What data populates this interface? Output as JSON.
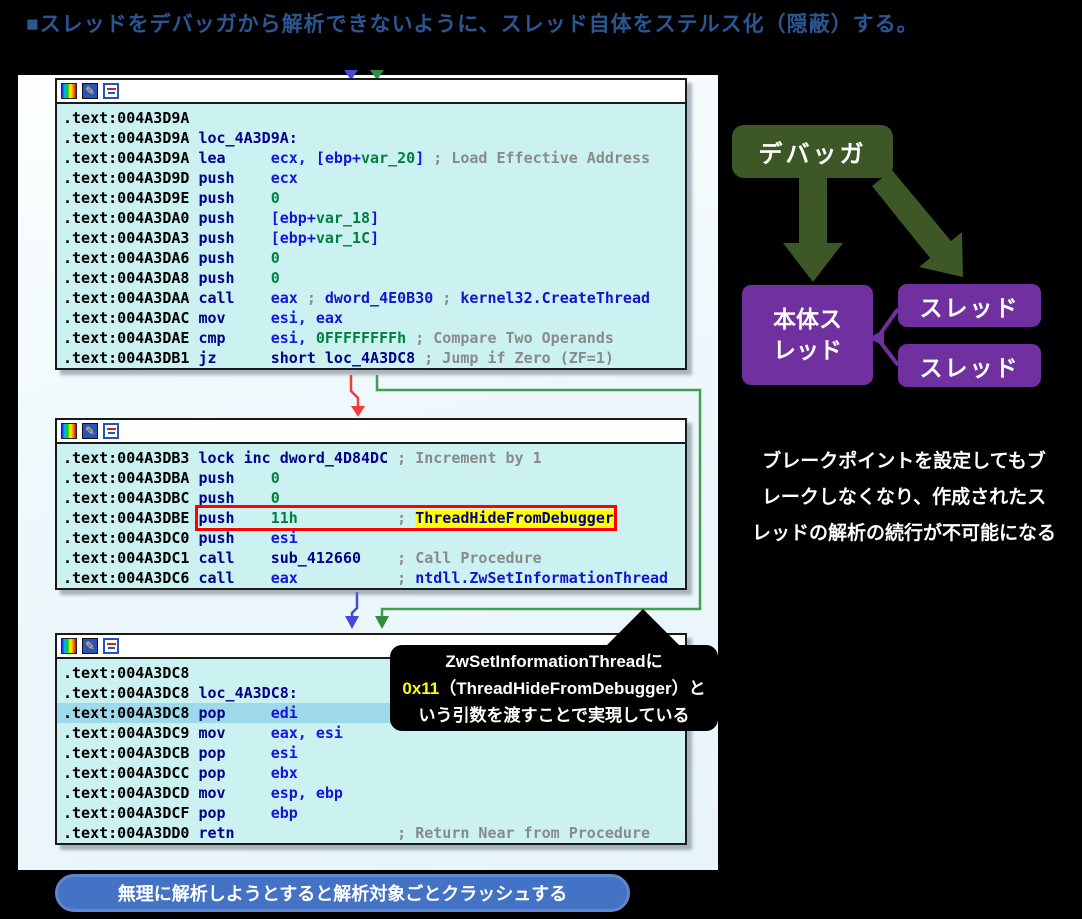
{
  "page": {
    "title": "■スレッドをデバッガから解析できないように、スレッド自体をステルス化（隠蔽）する。"
  },
  "colors": {
    "page_background": "#000000",
    "title_blue": "#2A5694",
    "code_background": "#CBF1F1",
    "selected_row": "#9ED9EB",
    "highlight_yellow": "#FFFF00",
    "red_box_border": "#FF0000",
    "debugger_green": "#3D5826",
    "thread_purple": "#7030A0",
    "pill_blue": "#4472C4",
    "edge_red": "#F23B3B",
    "edge_green": "#3FA050",
    "edge_blue": "#4747DD"
  },
  "toolbar_icons": [
    "palette-icon",
    "edit-pencil-icon",
    "graph-view-icon"
  ],
  "code_blocks": [
    {
      "name": "create-thread-block",
      "lines": [
        {
          "segs": [
            [
              "a",
              ".text:004A3D9A"
            ]
          ]
        },
        {
          "segs": [
            [
              "a",
              ".text:004A3D9A "
            ],
            [
              "m",
              "loc_4A3D9A:"
            ]
          ]
        },
        {
          "segs": [
            [
              "a",
              ".text:004A3D9A "
            ],
            [
              "m",
              "lea     "
            ],
            [
              "r",
              "ecx, [ebp+"
            ],
            [
              "g",
              "var_20"
            ],
            [
              "r",
              "]"
            ],
            [
              "p",
              " "
            ],
            [
              "c",
              "; Load Effective Address"
            ]
          ]
        },
        {
          "segs": [
            [
              "a",
              ".text:004A3D9D "
            ],
            [
              "m",
              "push    "
            ],
            [
              "r",
              "ecx"
            ]
          ]
        },
        {
          "segs": [
            [
              "a",
              ".text:004A3D9E "
            ],
            [
              "m",
              "push    "
            ],
            [
              "g",
              "0"
            ]
          ]
        },
        {
          "segs": [
            [
              "a",
              ".text:004A3DA0 "
            ],
            [
              "m",
              "push    "
            ],
            [
              "r",
              "[ebp+"
            ],
            [
              "g",
              "var_18"
            ],
            [
              "r",
              "]"
            ]
          ]
        },
        {
          "segs": [
            [
              "a",
              ".text:004A3DA3 "
            ],
            [
              "m",
              "push    "
            ],
            [
              "r",
              "[ebp+"
            ],
            [
              "g",
              "var_1C"
            ],
            [
              "r",
              "]"
            ]
          ]
        },
        {
          "segs": [
            [
              "a",
              ".text:004A3DA6 "
            ],
            [
              "m",
              "push    "
            ],
            [
              "g",
              "0"
            ]
          ]
        },
        {
          "segs": [
            [
              "a",
              ".text:004A3DA8 "
            ],
            [
              "m",
              "push    "
            ],
            [
              "g",
              "0"
            ]
          ]
        },
        {
          "segs": [
            [
              "a",
              ".text:004A3DAA "
            ],
            [
              "m",
              "call    "
            ],
            [
              "r",
              "eax"
            ],
            [
              "p",
              " "
            ],
            [
              "c",
              "; "
            ],
            [
              "b",
              "dword_4E0B30"
            ],
            [
              "c",
              " ; "
            ],
            [
              "b",
              "kernel32.CreateThread"
            ]
          ]
        },
        {
          "segs": [
            [
              "a",
              ".text:004A3DAC "
            ],
            [
              "m",
              "mov     "
            ],
            [
              "r",
              "esi, eax"
            ]
          ]
        },
        {
          "segs": [
            [
              "a",
              ".text:004A3DAE "
            ],
            [
              "m",
              "cmp     "
            ],
            [
              "r",
              "esi, "
            ],
            [
              "g",
              "0FFFFFFFFh"
            ],
            [
              "p",
              " "
            ],
            [
              "c",
              "; Compare Two Operands"
            ]
          ]
        },
        {
          "segs": [
            [
              "a",
              ".text:004A3DB1 "
            ],
            [
              "m",
              "jz      "
            ],
            [
              "m",
              "short "
            ],
            [
              "m",
              "loc_4A3DC8"
            ],
            [
              "p",
              " "
            ],
            [
              "c",
              "; Jump if Zero (ZF=1)"
            ]
          ]
        }
      ]
    },
    {
      "name": "hide-from-debugger-block",
      "lines": [
        {
          "segs": [
            [
              "a",
              ".text:004A3DB3 "
            ],
            [
              "m",
              "lock inc dword_4D84DC "
            ],
            [
              "c",
              "; Increment by 1"
            ]
          ]
        },
        {
          "segs": [
            [
              "a",
              ".text:004A3DBA "
            ],
            [
              "m",
              "push    "
            ],
            [
              "g",
              "0"
            ]
          ]
        },
        {
          "segs": [
            [
              "a",
              ".text:004A3DBC "
            ],
            [
              "m",
              "push    "
            ],
            [
              "g",
              "0"
            ]
          ]
        },
        {
          "box": true,
          "segs": [
            [
              "a",
              ".text:004A3DBE "
            ],
            [
              "m",
              "push    "
            ],
            [
              "g",
              "11h"
            ],
            [
              "p",
              "           "
            ],
            [
              "c",
              "; "
            ],
            [
              "y",
              "ThreadHideFromDebugger"
            ]
          ]
        },
        {
          "segs": [
            [
              "a",
              ".text:004A3DC0 "
            ],
            [
              "m",
              "push    "
            ],
            [
              "r",
              "esi"
            ]
          ]
        },
        {
          "segs": [
            [
              "a",
              ".text:004A3DC1 "
            ],
            [
              "m",
              "call    "
            ],
            [
              "m",
              "sub_412660"
            ],
            [
              "p",
              "    "
            ],
            [
              "c",
              "; Call Procedure"
            ]
          ]
        },
        {
          "segs": [
            [
              "a",
              ".text:004A3DC6 "
            ],
            [
              "m",
              "call    "
            ],
            [
              "r",
              "eax"
            ],
            [
              "p",
              "           "
            ],
            [
              "c",
              "; "
            ],
            [
              "b",
              "ntdll.ZwSetInformationThread"
            ]
          ]
        }
      ]
    },
    {
      "name": "epilogue-block",
      "lines": [
        {
          "segs": [
            [
              "a",
              ".text:004A3DC8"
            ]
          ]
        },
        {
          "segs": [
            [
              "a",
              ".text:004A3DC8 "
            ],
            [
              "m",
              "loc_4A3DC8:"
            ]
          ]
        },
        {
          "hl": true,
          "segs": [
            [
              "a",
              ".text:004A3DC8 "
            ],
            [
              "m",
              "pop     "
            ],
            [
              "r",
              "edi"
            ]
          ]
        },
        {
          "segs": [
            [
              "a",
              ".text:004A3DC9 "
            ],
            [
              "m",
              "mov     "
            ],
            [
              "r",
              "eax, esi"
            ]
          ]
        },
        {
          "segs": [
            [
              "a",
              ".text:004A3DCB "
            ],
            [
              "m",
              "pop     "
            ],
            [
              "r",
              "esi"
            ]
          ]
        },
        {
          "segs": [
            [
              "a",
              ".text:004A3DCC "
            ],
            [
              "m",
              "pop     "
            ],
            [
              "r",
              "ebx"
            ]
          ]
        },
        {
          "segs": [
            [
              "a",
              ".text:004A3DCD "
            ],
            [
              "m",
              "mov     "
            ],
            [
              "r",
              "esp, ebp"
            ]
          ]
        },
        {
          "segs": [
            [
              "a",
              ".text:004A3DCF "
            ],
            [
              "m",
              "pop     "
            ],
            [
              "r",
              "ebp"
            ]
          ]
        },
        {
          "segs": [
            [
              "a",
              ".text:004A3DD0 "
            ],
            [
              "m",
              "retn"
            ],
            [
              "p",
              "                  "
            ],
            [
              "c",
              "; Return Near from Procedure"
            ]
          ]
        }
      ]
    }
  ],
  "diagram": {
    "debugger_label": "デバッガ",
    "main_thread_label": "本体ス\nレッド",
    "thread1_label": "スレッド",
    "thread2_label": "スレッド"
  },
  "notes": {
    "right_note": "ブレークポイントを設定してもブ\nレークしなくなり、作成されたス\nレッドの解析の続行が不可能になる",
    "callout": {
      "line1": "ZwSetInformationThreadに",
      "line2_highlight": "0x11",
      "line2_rest": "（ThreadHideFromDebugger）と",
      "line3": "いう引数を渡すことで実現している"
    },
    "bottom_note": "無理に解析しようとすると解析対象ごとクラッシュする"
  }
}
